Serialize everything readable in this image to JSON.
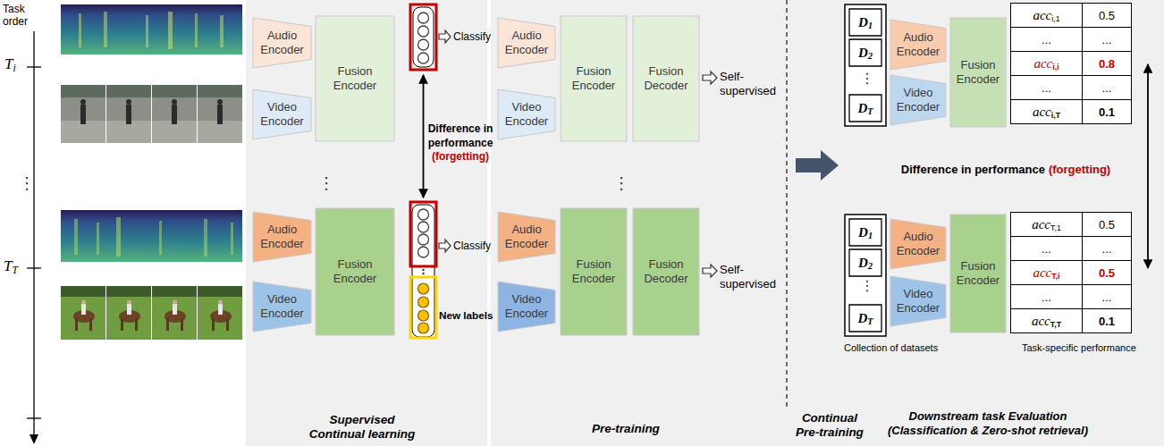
{
  "diagram": {
    "nodes": [
      {
        "text": [
          "Supervised Continual learning"
        ]
      },
      {
        "text": [
          "Audio Encoder"
        ],
        "in": 0
      },
      {
        "text": [
          "Video Encoder"
        ],
        "in": 0
      },
      {
        "text": [
          "Fusion Encoder"
        ],
        "in": 0
      },
      {
        "text": [
          "Audio Encoder"
        ],
        "in": 0
      },
      {
        "text": [
          "Video Encoder"
        ],
        "in": 0
      },
      {
        "text": [
          "Fusion Encoder"
        ],
        "in": 0
      },
      {
        "text": [
          "Continual Pre-training"
        ]
      },
      {
        "text": [
          "Pre-training"
        ],
        "in": 7
      },
      {
        "text": [
          "Audio Encoder"
        ],
        "in": 8
      },
      {
        "text": [
          "Video Encoder"
        ],
        "in": 8
      },
      {
        "text": [
          "Fusion Encoder"
        ],
        "in": 8
      },
      {
        "text": [
          "Fusion Decoder"
        ],
        "in": 8
      },
      {
        "text": [
          "Audio Encoder"
        ],
        "in": 8
      },
      {
        "text": [
          "Video Encoder"
        ],
        "in": 8
      },
      {
        "text": [
          "Fusion Encoder"
        ],
        "in": 8
      },
      {
        "text": [
          "Fusion Decoder"
        ],
        "in": 8
      },
      {
        "text": [
          "Downstream task Evaluation (Classification & Zero-shot retrieval)"
        ],
        "in": 7
      },
      {
        "text": [
          "D",
          "1"
        ],
        "in": 17
      },
      {
        "text": [
          "D",
          "2"
        ],
        "in": 17
      },
      {
        "text": [
          "D",
          "T"
        ],
        "in": 17
      },
      {
        "text": [
          "Audio Encoder"
        ],
        "in": 17
      },
      {
        "text": [
          "Video Encoder"
        ],
        "in": 17
      },
      {
        "text": [
          "Fusion Encoder"
        ],
        "in": 17
      },
      {
        "text": [
          "D",
          "1"
        ],
        "in": 17
      },
      {
        "text": [
          "D",
          "2"
        ],
        "in": 17
      },
      {
        "text": [
          "D",
          "T"
        ],
        "in": 17
      },
      {
        "text": [
          "Audio Encoder"
        ],
        "in": 17
      },
      {
        "text": [
          "Video Encoder"
        ],
        "in": 17
      },
      {
        "text": [
          "Fusion Encoder"
        ],
        "in": 17
      }
    ],
    "edges": [
      {
        "from": 8,
        "to": 17,
        "arrow": "to"
      }
    ],
    "labels": [
      "Task order",
      "T",
      "i",
      "⋮",
      "T",
      "T",
      "Classify",
      "Difference in performance",
      "(forgetting)",
      "⋮",
      "Classify",
      "New labels",
      "Self-supervised",
      "⋮",
      "Self-supervised",
      "⋮",
      "acc",
      "i,1",
      "0.5",
      "...",
      "...",
      "acc",
      "i,i",
      "0.8",
      "...",
      "...",
      "acc",
      "i,T",
      "0.1",
      "Difference in performance",
      "(forgetting)",
      "⋮",
      "acc",
      "T,1",
      "0.5",
      "...",
      "...",
      "acc",
      "T,i",
      "0.5",
      "...",
      "...",
      "acc",
      "T,T",
      "0.1",
      "Collection of datasets",
      "Task-specific performance"
    ]
  }
}
